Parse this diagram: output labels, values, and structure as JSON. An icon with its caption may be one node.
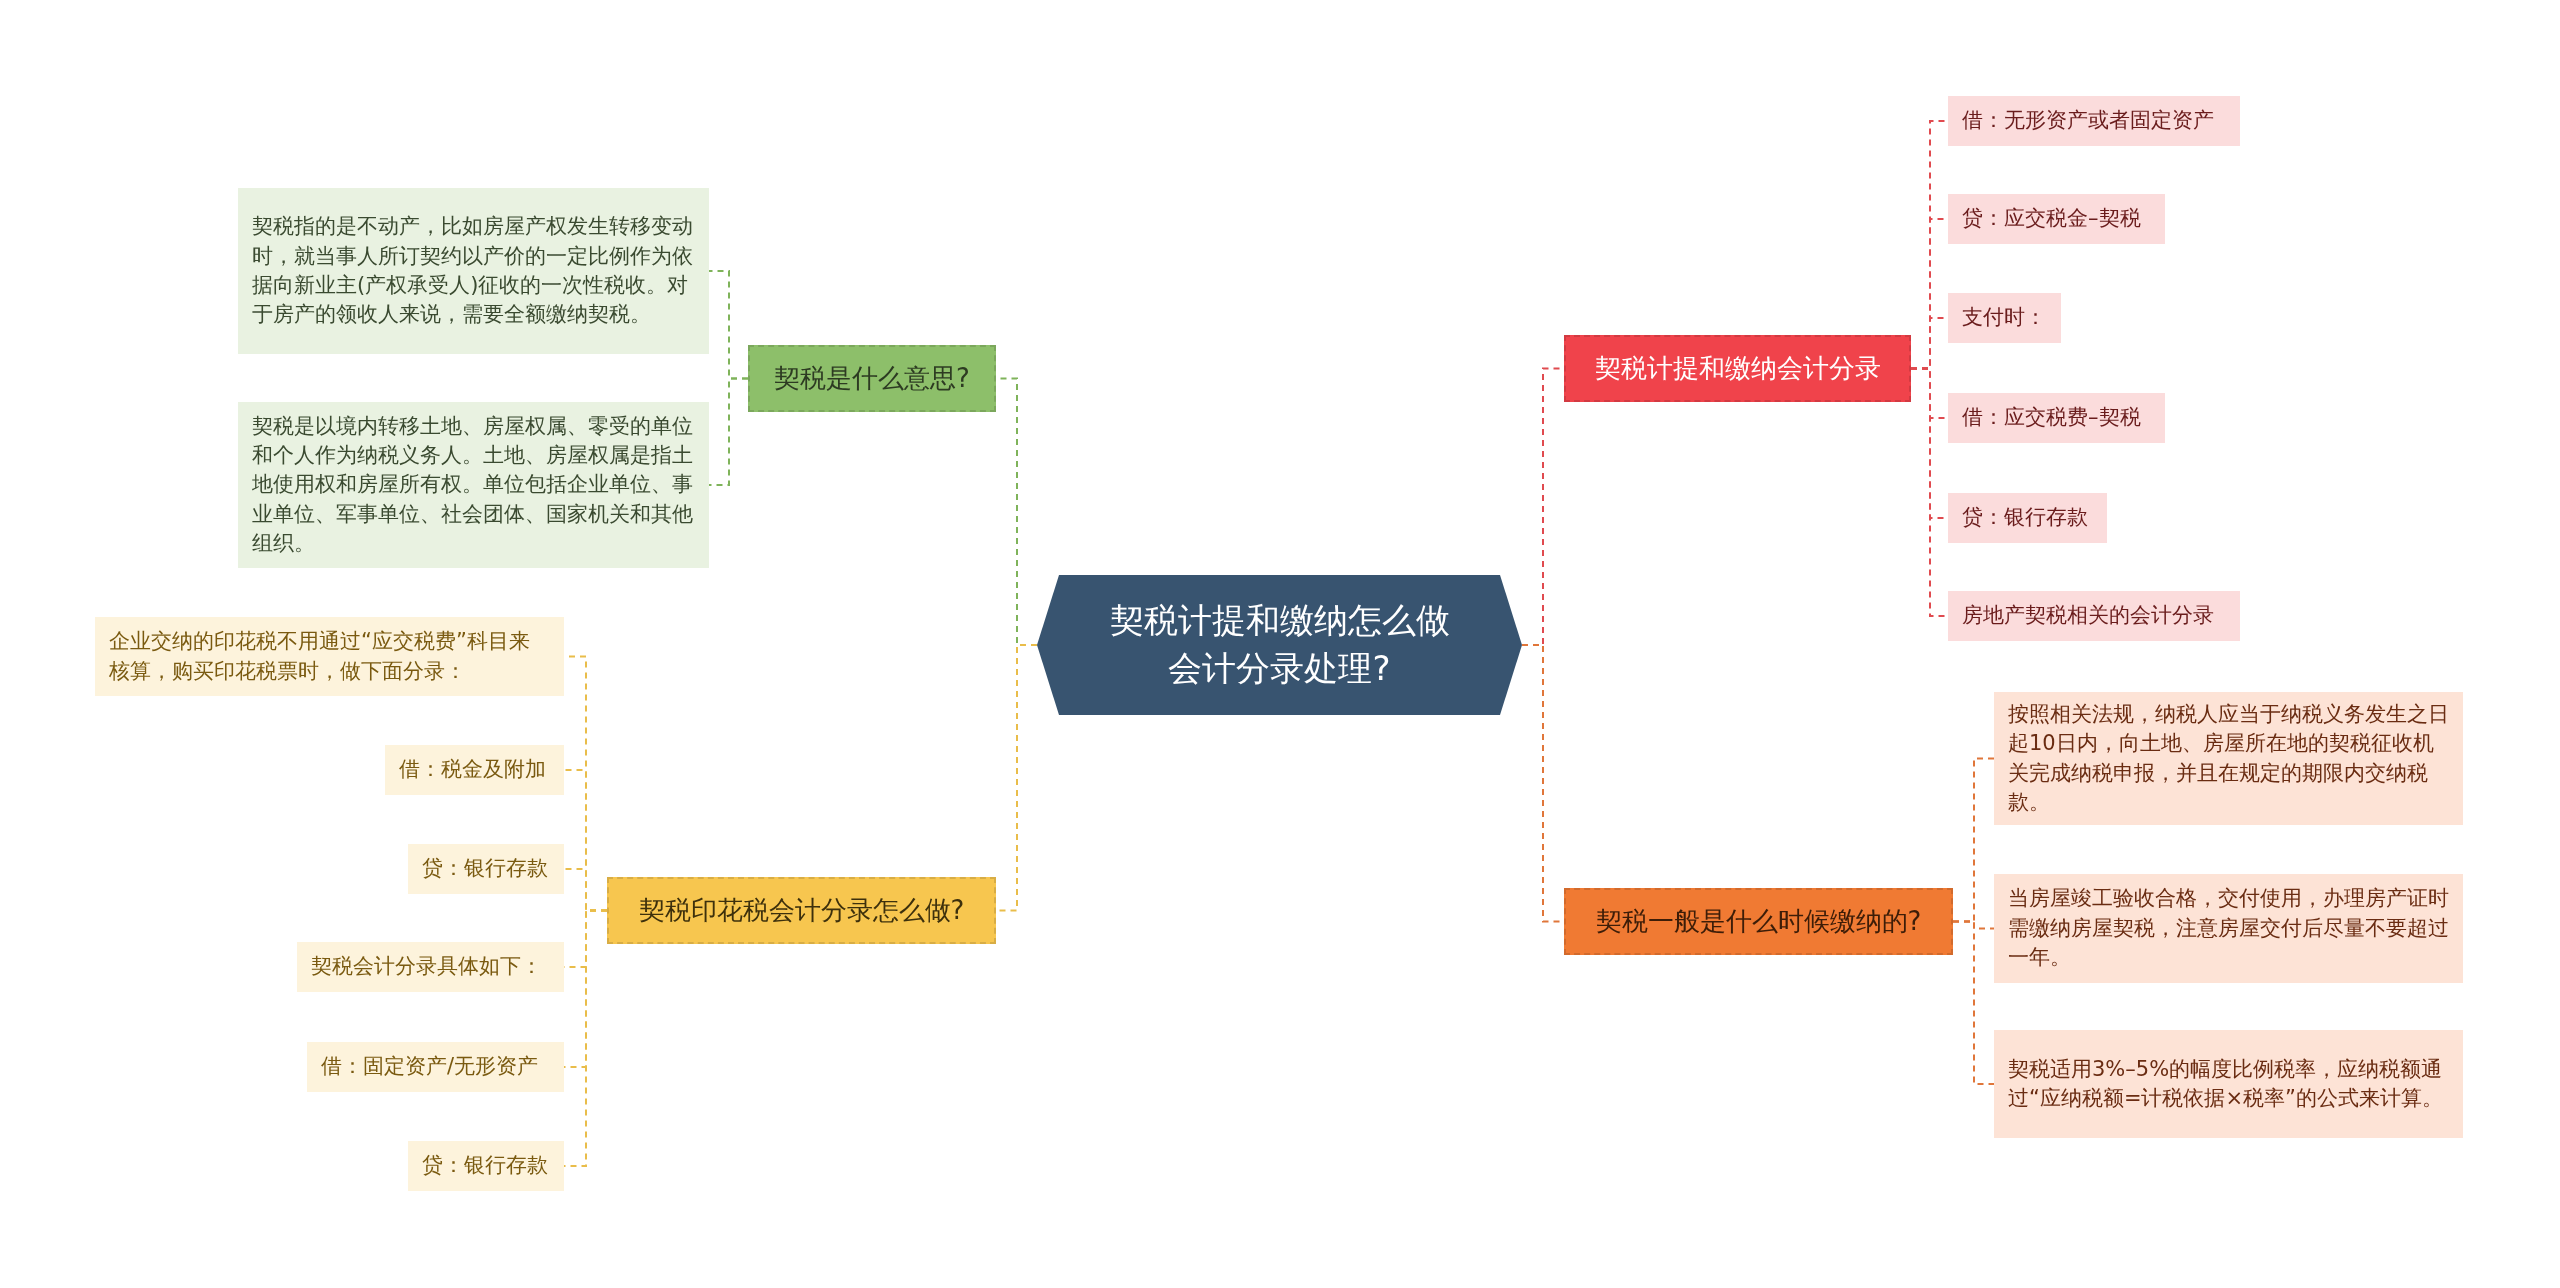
{
  "diagram": {
    "nodes": [
      {
        "text": [
          "契税计提和缴纳怎么做会计分录处理?"
        ]
      },
      {
        "text": [
          "契税是什么意思?"
        ]
      },
      {
        "text": [
          "契税指的是不动产，比如房屋产权发生转移变动时，就当事人所订契约以产价的一定比例作为依据向新业主(产权承受人)征收的一次性税收。对于房产的领收人来说，需要全额缴纳契税。"
        ]
      },
      {
        "text": [
          "契税是以境内转移土地、房屋权属、零受的单位和个人作为纳税义务人。土地、房屋权属是指土地使用权和房屋所有权。单位包括企业单位、事业单位、军事单位、社会团体、国家机关和其他组织。"
        ]
      },
      {
        "text": [
          "契税印花税会计分录怎么做?"
        ]
      },
      {
        "text": [
          "企业交纳的印花税不用通过“应交税费”科目来核算，购买印花税票时，做下面分录："
        ]
      },
      {
        "text": [
          "借：税金及附加"
        ]
      },
      {
        "text": [
          "贷：银行存款"
        ]
      },
      {
        "text": [
          "契税会计分录具体如下："
        ]
      },
      {
        "text": [
          "借：固定资产/无形资产"
        ]
      },
      {
        "text": [
          "贷：银行存款"
        ]
      },
      {
        "text": [
          "契税计提和缴纳会计分录"
        ]
      },
      {
        "text": [
          "借：无形资产或者固定资产"
        ]
      },
      {
        "text": [
          "贷：应交税金–契税"
        ]
      },
      {
        "text": [
          "支付时："
        ]
      },
      {
        "text": [
          "借：应交税费–契税"
        ]
      },
      {
        "text": [
          "贷：银行存款"
        ]
      },
      {
        "text": [
          "房地产契税相关的会计分录"
        ]
      },
      {
        "text": [
          "契税一般是什么时候缴纳的?"
        ]
      },
      {
        "text": [
          "按照相关法规，纳税人应当于纳税义务发生之日起10日内，向土地、房屋所在地的契税征收机关完成纳税申报，并且在规定的期限内交纳税款。"
        ]
      },
      {
        "text": [
          "当房屋竣工验收合格，交付使用，办理房产证时需缴纳房屋契税，注意房屋交付后尽量不要超过一年。"
        ]
      },
      {
        "text": [
          "契税适用3%–5%的幅度比例税率，应纳税额通过“应纳税额=计税依据×税率”的公式来计算。"
        ]
      }
    ],
    "edges": [
      {
        "from": 0,
        "to": 1,
        "arrow": "none",
        "color": "#7fb35a"
      },
      {
        "from": 1,
        "to": 2,
        "arrow": "none",
        "color": "#7fb35a"
      },
      {
        "from": 1,
        "to": 3,
        "arrow": "none",
        "color": "#7fb35a"
      },
      {
        "from": 0,
        "to": 4,
        "arrow": "none",
        "color": "#e9bd4a"
      },
      {
        "from": 4,
        "to": 5,
        "arrow": "none",
        "color": "#e9bd4a"
      },
      {
        "from": 4,
        "to": 6,
        "arrow": "none",
        "color": "#e9bd4a"
      },
      {
        "from": 4,
        "to": 7,
        "arrow": "none",
        "color": "#e9bd4a"
      },
      {
        "from": 4,
        "to": 8,
        "arrow": "none",
        "color": "#e9bd4a"
      },
      {
        "from": 4,
        "to": 9,
        "arrow": "none",
        "color": "#e9bd4a"
      },
      {
        "from": 4,
        "to": 10,
        "arrow": "none",
        "color": "#e9bd4a"
      },
      {
        "from": 0,
        "to": 11,
        "arrow": "none",
        "color": "#e04a4f"
      },
      {
        "from": 11,
        "to": 12,
        "arrow": "none",
        "color": "#e04a4f"
      },
      {
        "from": 11,
        "to": 13,
        "arrow": "none",
        "color": "#e04a4f"
      },
      {
        "from": 11,
        "to": 14,
        "arrow": "none",
        "color": "#e04a4f"
      },
      {
        "from": 11,
        "to": 15,
        "arrow": "none",
        "color": "#e04a4f"
      },
      {
        "from": 11,
        "to": 16,
        "arrow": "none",
        "color": "#e04a4f"
      },
      {
        "from": 11,
        "to": 17,
        "arrow": "none",
        "color": "#e04a4f"
      },
      {
        "from": 0,
        "to": 18,
        "arrow": "none",
        "color": "#e0763a"
      },
      {
        "from": 18,
        "to": 19,
        "arrow": "none",
        "color": "#e0763a"
      },
      {
        "from": 18,
        "to": 20,
        "arrow": "none",
        "color": "#e0763a"
      },
      {
        "from": 18,
        "to": 21,
        "arrow": "none",
        "color": "#e0763a"
      }
    ]
  }
}
